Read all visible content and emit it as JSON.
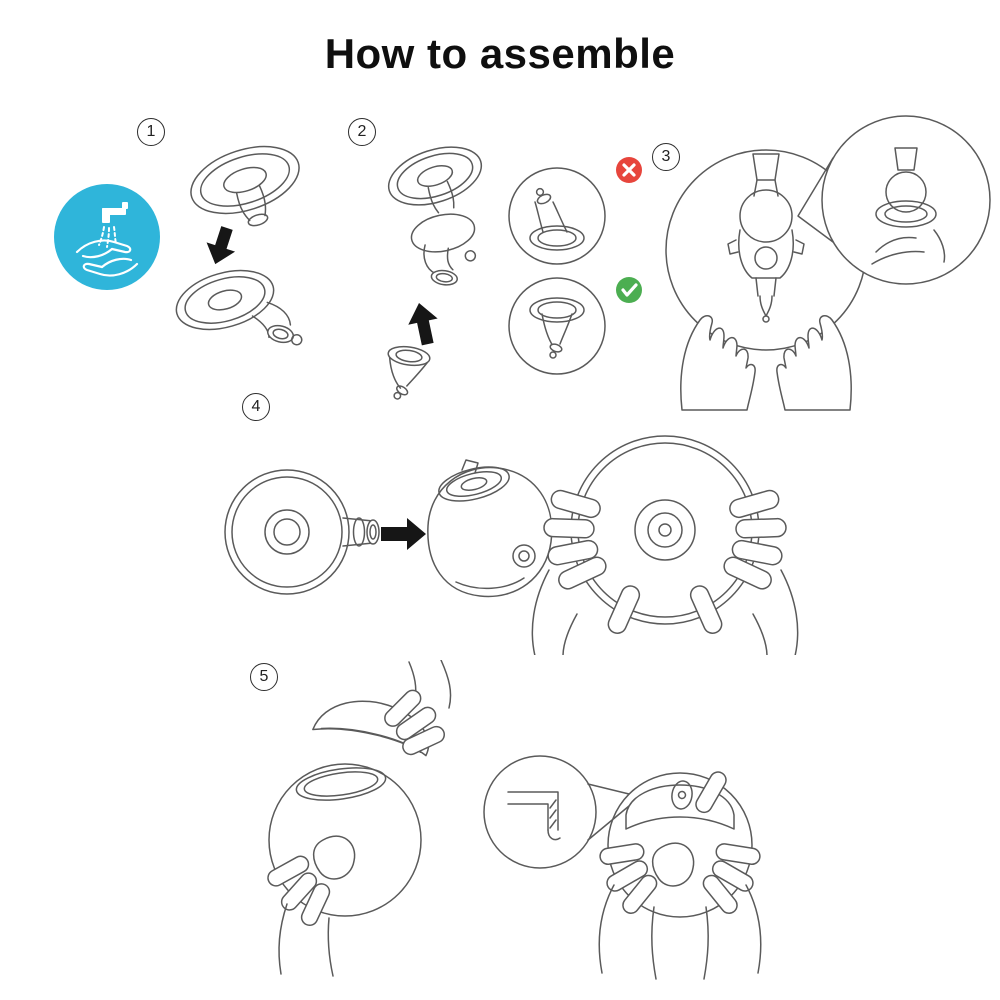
{
  "page": {
    "title": "How to assemble"
  },
  "steps": [
    {
      "number": "1"
    },
    {
      "number": "2"
    },
    {
      "number": "3"
    },
    {
      "number": "4"
    },
    {
      "number": "5"
    }
  ],
  "icons": {
    "wash_hands": "wash-hands-icon",
    "arrow_down": "arrow-down-icon",
    "arrow_up": "arrow-up-icon",
    "arrow_right": "arrow-right-icon",
    "wrong": "wrong-icon",
    "correct": "correct-icon",
    "zoom_detail": "zoom-detail-circle"
  },
  "colors": {
    "bg": "#ffffff",
    "title": "#0f0f0f",
    "line": "#5a5a5a",
    "arrow": "#161616",
    "wash": "#2fb5da",
    "wrong": "#e7453c",
    "correct": "#4cae51"
  }
}
